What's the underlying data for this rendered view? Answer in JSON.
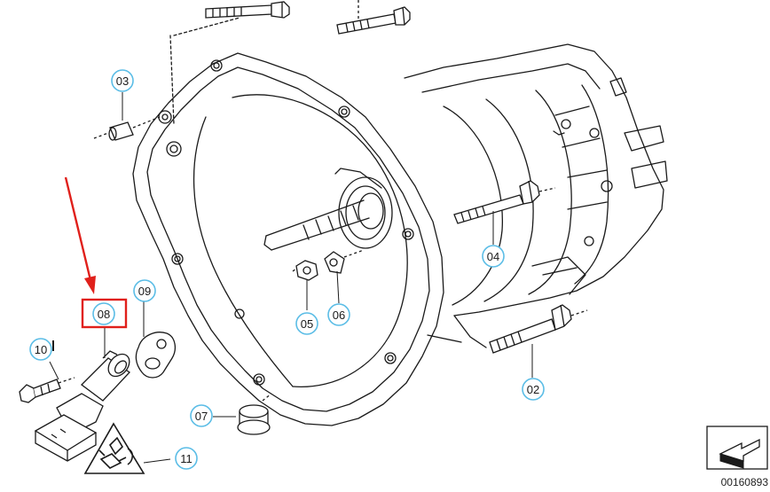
{
  "diagram": {
    "callouts": {
      "c02": "02",
      "c03": "03",
      "c04": "04",
      "c05": "05",
      "c06": "06",
      "c07": "07",
      "c08": "08",
      "c09": "09",
      "c10": "10",
      "c11": "11"
    },
    "document_number": "00160893",
    "colors": {
      "callout_ring": "#5bbde6",
      "highlight_box": "#e0201b",
      "arrow": "#e0201b",
      "line_art": "#1a1a1a"
    }
  }
}
